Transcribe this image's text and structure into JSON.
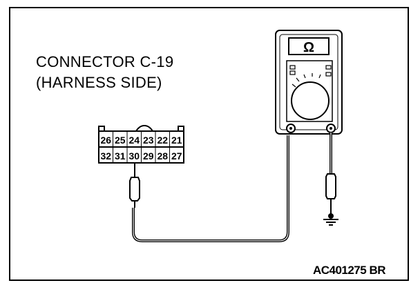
{
  "connector": {
    "title": "CONNECTOR C-19",
    "subtitle": "(HARNESS SIDE)",
    "pins_top": [
      "26",
      "25",
      "24",
      "23",
      "22",
      "21"
    ],
    "pins_bottom": [
      "32",
      "31",
      "30",
      "29",
      "28",
      "27"
    ]
  },
  "meter": {
    "display": "Ω",
    "icon": "ohmmeter-icon"
  },
  "figure_code": "AC401275 BR",
  "colors": {
    "line": "#000000",
    "background": "#ffffff"
  }
}
